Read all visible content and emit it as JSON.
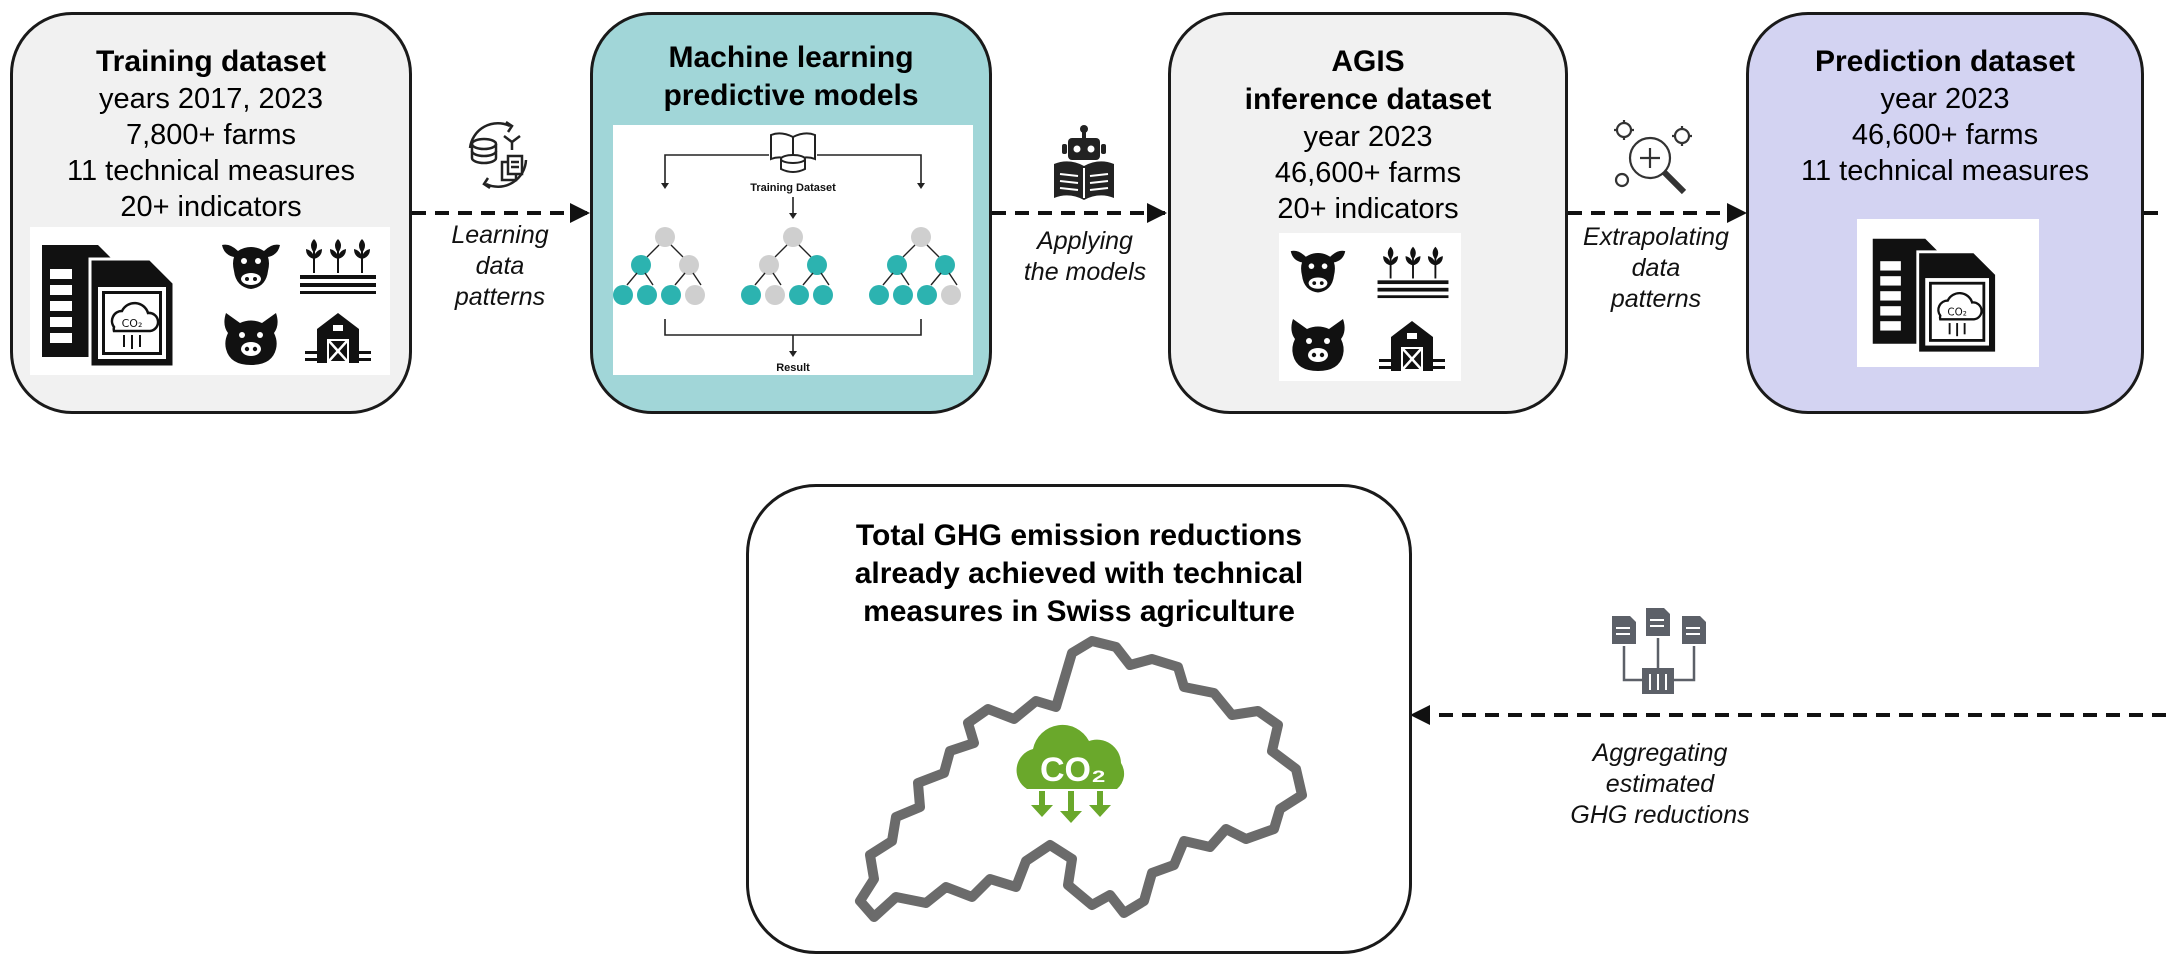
{
  "nodes": {
    "training": {
      "title": "Training dataset",
      "lines": [
        "years 2017, 2023",
        "7,800+ farms",
        "11 technical measures",
        "20+ indicators"
      ],
      "fill": "#f1f1f1"
    },
    "ml": {
      "title": [
        "Machine learning",
        "predictive models"
      ],
      "fill": "#a1d6d8",
      "inset": {
        "top_label": "Training Dataset",
        "bottom_label": "Result"
      }
    },
    "agis": {
      "title": [
        "AGIS",
        "inference dataset"
      ],
      "lines": [
        "year 2023",
        "46,600+ farms",
        "20+ indicators"
      ],
      "fill": "#f1f1f1"
    },
    "prediction": {
      "title": "Prediction dataset",
      "lines": [
        "year 2023",
        "46,600+ farms",
        "11 technical measures"
      ],
      "fill": "#d3d3f2"
    },
    "result": {
      "title": [
        "Total GHG emission reductions",
        "already achieved with technical",
        "measures in Swiss agriculture"
      ],
      "fill": "#ffffff",
      "co2_label": "CO₂",
      "co2_color": "#6aa82b"
    }
  },
  "edges": {
    "learning": [
      "Learning",
      "data",
      "patterns"
    ],
    "applying": [
      "Applying",
      "the models"
    ],
    "extrapolating": [
      "Extrapolating",
      "data",
      "patterns"
    ],
    "aggregating": [
      "Aggregating",
      "estimated",
      "GHG reductions"
    ]
  },
  "icons": {
    "learning": "database-cycle-icon",
    "applying": "robot-reading-icon",
    "extrapolating": "gears-magnifier-icon",
    "aggregating": "documents-merge-icon",
    "farm_set": [
      "cow-icon",
      "crops-icon",
      "pig-icon",
      "barn-icon"
    ],
    "dataset": "spreadsheet-co2-icon"
  },
  "colors": {
    "teal_node": "#2cb3b0",
    "grey_node": "#cfcfcf",
    "map_outline": "#6b6b6b",
    "icon_grey": "#5c6068"
  }
}
